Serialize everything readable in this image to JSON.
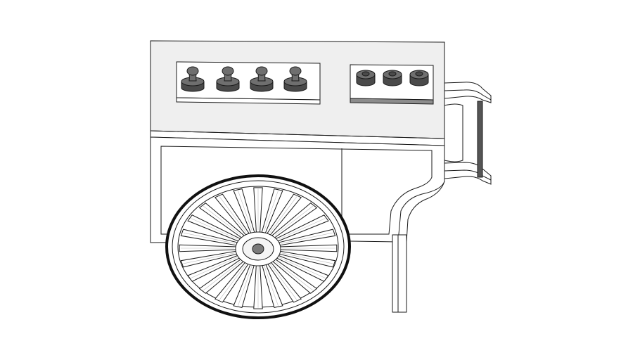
{
  "scene": {
    "subject": "cart-3d-model",
    "render_style": "wireframe-hidden-line",
    "background_color": "#ffffff",
    "line_color": "#1a1a1a",
    "surface_color": "#efefef",
    "shadow_color": "#8c8c8c",
    "knob_color": "#6f6f6f",
    "knob_dark_color": "#4a4a4a",
    "handle_grip_color": "#555555",
    "wheel_rim_color": "#111111"
  },
  "cart": {
    "knob_panels": [
      {
        "name": "left-knob-panel",
        "knob_count": 4,
        "knob_style": "stemmed"
      },
      {
        "name": "right-knob-panel",
        "knob_count": 3,
        "knob_style": "squat"
      }
    ],
    "wheel": {
      "spoke_count": 24
    },
    "handle": {
      "present": true
    },
    "front_panels": 2
  }
}
